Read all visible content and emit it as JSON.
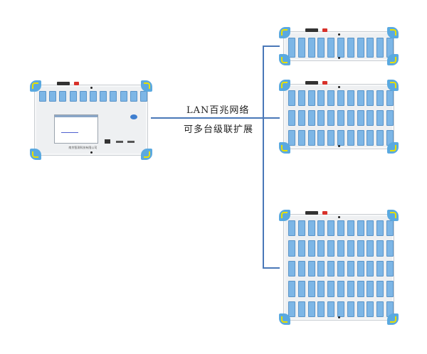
{
  "diagram": {
    "title": "LAN network cascade topology",
    "link_label_top": "LAN百兆网络",
    "link_label_bottom": "可多台级联扩展",
    "line_color": "#4a78b8",
    "main_unit": {
      "name": "main-controller",
      "module_columns": 11,
      "module_rows": 1,
      "has_screen": true,
      "footer_text": "南京智测科技有限公司"
    },
    "expansion_units": [
      {
        "name": "expansion-unit-1",
        "module_columns": 11,
        "module_rows": 1
      },
      {
        "name": "expansion-unit-2",
        "module_columns": 11,
        "module_rows": 3
      },
      {
        "name": "expansion-unit-3",
        "module_columns": 11,
        "module_rows": 5
      }
    ],
    "colors": {
      "panel": "#eef0f2",
      "module": "#7db6e6",
      "corner": "#5aa9e0",
      "corner_accent": "#e8e000",
      "switch": "#d8312a"
    }
  }
}
